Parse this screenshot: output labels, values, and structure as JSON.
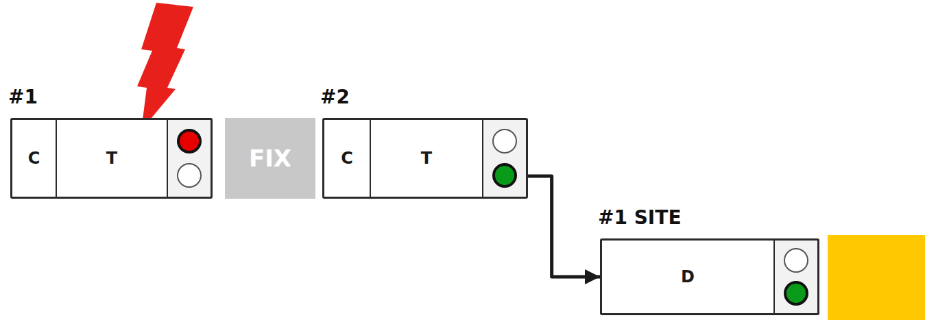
{
  "diagram": {
    "nodes": [
      {
        "text": [
          "#1",
          "C",
          "T"
        ]
      },
      {
        "text": [
          "FIX"
        ]
      },
      {
        "text": [
          "#2",
          "C",
          "T"
        ]
      },
      {
        "text": [
          "#1 SITE",
          "D"
        ]
      }
    ],
    "edges": [
      {
        "from": 2,
        "to": 3,
        "arrow": "to"
      }
    ]
  }
}
